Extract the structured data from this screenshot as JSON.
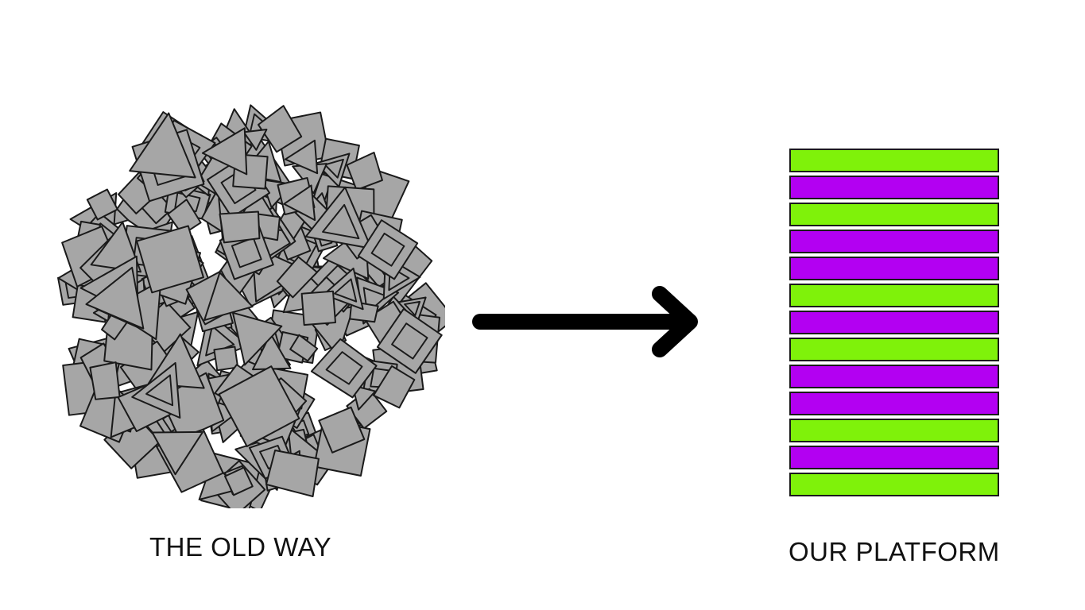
{
  "left_panel": {
    "caption": "THE OLD WAY",
    "shape_fill": "#a6a6a6",
    "shape_stroke": "#1a1a1a"
  },
  "arrow": {
    "color": "#000000"
  },
  "right_panel": {
    "caption": "OUR PLATFORM",
    "bar_stroke": "#1a1a1a",
    "colors": {
      "green": "#7ff20a",
      "purple": "#b300f2"
    },
    "bars": [
      "green",
      "purple",
      "green",
      "purple",
      "purple",
      "green",
      "purple",
      "green",
      "purple",
      "purple",
      "green",
      "purple",
      "green"
    ]
  }
}
